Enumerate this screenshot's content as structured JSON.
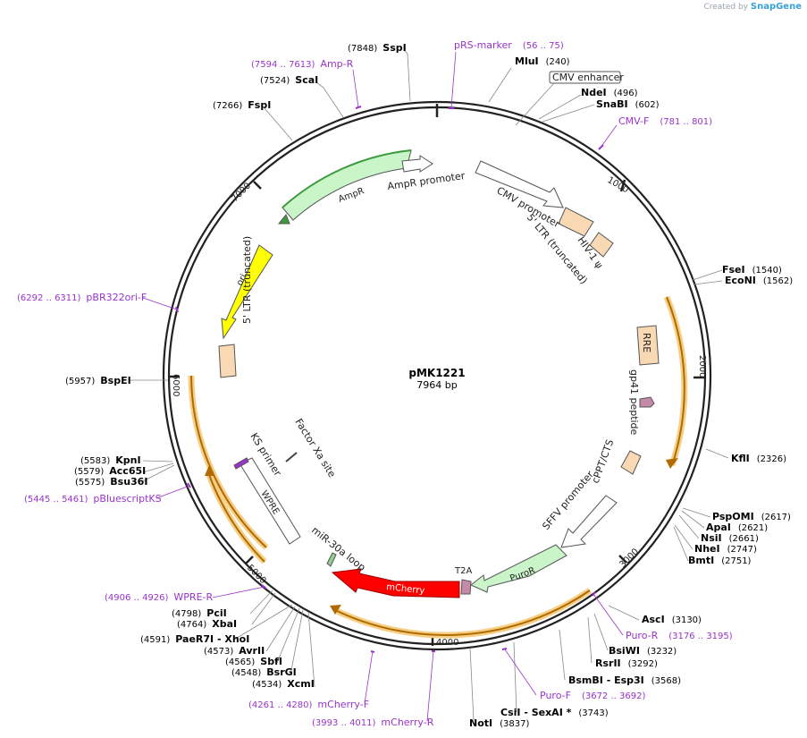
{
  "brand": {
    "prefix": "Created by",
    "name": "SnapGene"
  },
  "plasmid": {
    "name": "pMK1221",
    "length": 7964,
    "length_label": "7964 bp"
  },
  "ticks": [
    "1000",
    "2000",
    "3000",
    "4000",
    "5000",
    "6000",
    "7000"
  ],
  "enzymes": [
    {
      "name": "SspI",
      "pos": "(7848)",
      "side": "L"
    },
    {
      "name": "ScaI",
      "pos": "(7524)",
      "side": "L"
    },
    {
      "name": "FspI",
      "pos": "(7266)",
      "side": "L"
    },
    {
      "name": "BspEI",
      "pos": "(5957)",
      "side": "L"
    },
    {
      "name": "KpnI",
      "pos": "(5583)",
      "side": "L"
    },
    {
      "name": "Acc65I",
      "pos": "(5579)",
      "side": "L"
    },
    {
      "name": "Bsu36I",
      "pos": "(5575)",
      "side": "L"
    },
    {
      "name": "PciI",
      "pos": "(4798)",
      "side": "L"
    },
    {
      "name": "XbaI",
      "pos": "(4764)",
      "side": "L"
    },
    {
      "name": "PaeR7I - XhoI",
      "pos": "(4591)",
      "side": "L"
    },
    {
      "name": "AvrII",
      "pos": "(4573)",
      "side": "L"
    },
    {
      "name": "SbfI",
      "pos": "(4565)",
      "side": "L"
    },
    {
      "name": "BsrGI",
      "pos": "(4548)",
      "side": "L"
    },
    {
      "name": "XcmI",
      "pos": "(4534)",
      "side": "L"
    },
    {
      "name": "MluI",
      "pos": "(240)",
      "side": "R"
    },
    {
      "name": "NdeI",
      "pos": "(496)",
      "side": "R"
    },
    {
      "name": "SnaBI",
      "pos": "(602)",
      "side": "R"
    },
    {
      "name": "FseI",
      "pos": "(1540)",
      "side": "R"
    },
    {
      "name": "EcoNI",
      "pos": "(1562)",
      "side": "R"
    },
    {
      "name": "KflI",
      "pos": "(2326)",
      "side": "R"
    },
    {
      "name": "PspOMI",
      "pos": "(2617)",
      "side": "R"
    },
    {
      "name": "ApaI",
      "pos": "(2621)",
      "side": "R"
    },
    {
      "name": "NsiI",
      "pos": "(2661)",
      "side": "R"
    },
    {
      "name": "NheI",
      "pos": "(2747)",
      "side": "R"
    },
    {
      "name": "BmtI",
      "pos": "(2751)",
      "side": "R"
    },
    {
      "name": "AscI",
      "pos": "(3130)",
      "side": "R"
    },
    {
      "name": "BsiWI",
      "pos": "(3232)",
      "side": "R"
    },
    {
      "name": "RsrII",
      "pos": "(3292)",
      "side": "R"
    },
    {
      "name": "BsmBI - Esp3I",
      "pos": "(3568)",
      "side": "R"
    },
    {
      "name": "CsiI - SexAI *",
      "pos": "(3743)",
      "side": "R"
    },
    {
      "name": "NotI",
      "pos": "(3837)",
      "side": "R"
    }
  ],
  "primers": [
    {
      "name": "pRS-marker",
      "range": "(56 .. 75)"
    },
    {
      "name": "Amp-R",
      "range": "(7594 .. 7613)"
    },
    {
      "name": "CMV-F",
      "range": "(781 .. 801)"
    },
    {
      "name": "pBR322ori-F",
      "range": "(6292 .. 6311)"
    },
    {
      "name": "pBluescriptKS",
      "range": "(5445 .. 5461)"
    },
    {
      "name": "WPRE-R",
      "range": "(4906 .. 4926)"
    },
    {
      "name": "Puro-R",
      "range": "(3176 .. 3195)"
    },
    {
      "name": "Puro-F",
      "range": "(3672 .. 3692)"
    },
    {
      "name": "mCherry-F",
      "range": "(4261 .. 4280)"
    },
    {
      "name": "mCherry-R",
      "range": "(3993 .. 4011)"
    }
  ],
  "features": [
    {
      "name": "CMV enhancer"
    },
    {
      "name": "CMV promoter"
    },
    {
      "name": "5' LTR (truncated)"
    },
    {
      "name": "HIV-1 ψ"
    },
    {
      "name": "RRE"
    },
    {
      "name": "gp41 peptide"
    },
    {
      "name": "cPPT/CTS"
    },
    {
      "name": "SFFV promoter"
    },
    {
      "name": "PuroR"
    },
    {
      "name": "T2A"
    },
    {
      "name": "mCherry"
    },
    {
      "name": "miR-30a loop"
    },
    {
      "name": "WPRE"
    },
    {
      "name": "KS primer"
    },
    {
      "name": "Factor Xa site"
    },
    {
      "name": "5' LTR (truncated)"
    },
    {
      "name": "ori"
    },
    {
      "name": "AmpR"
    },
    {
      "name": "AmpR promoter"
    }
  ],
  "colors": {
    "backbone": "#222222",
    "primer": "#9933cc",
    "orange_arc": "#e8a13a",
    "cmv": "#ffffff",
    "ltr": "#f9d8b4",
    "ampr": "#c9f5c9",
    "ori": "#ffff00",
    "mcherry": "#ff0000",
    "gp41": "#c58aa7"
  }
}
